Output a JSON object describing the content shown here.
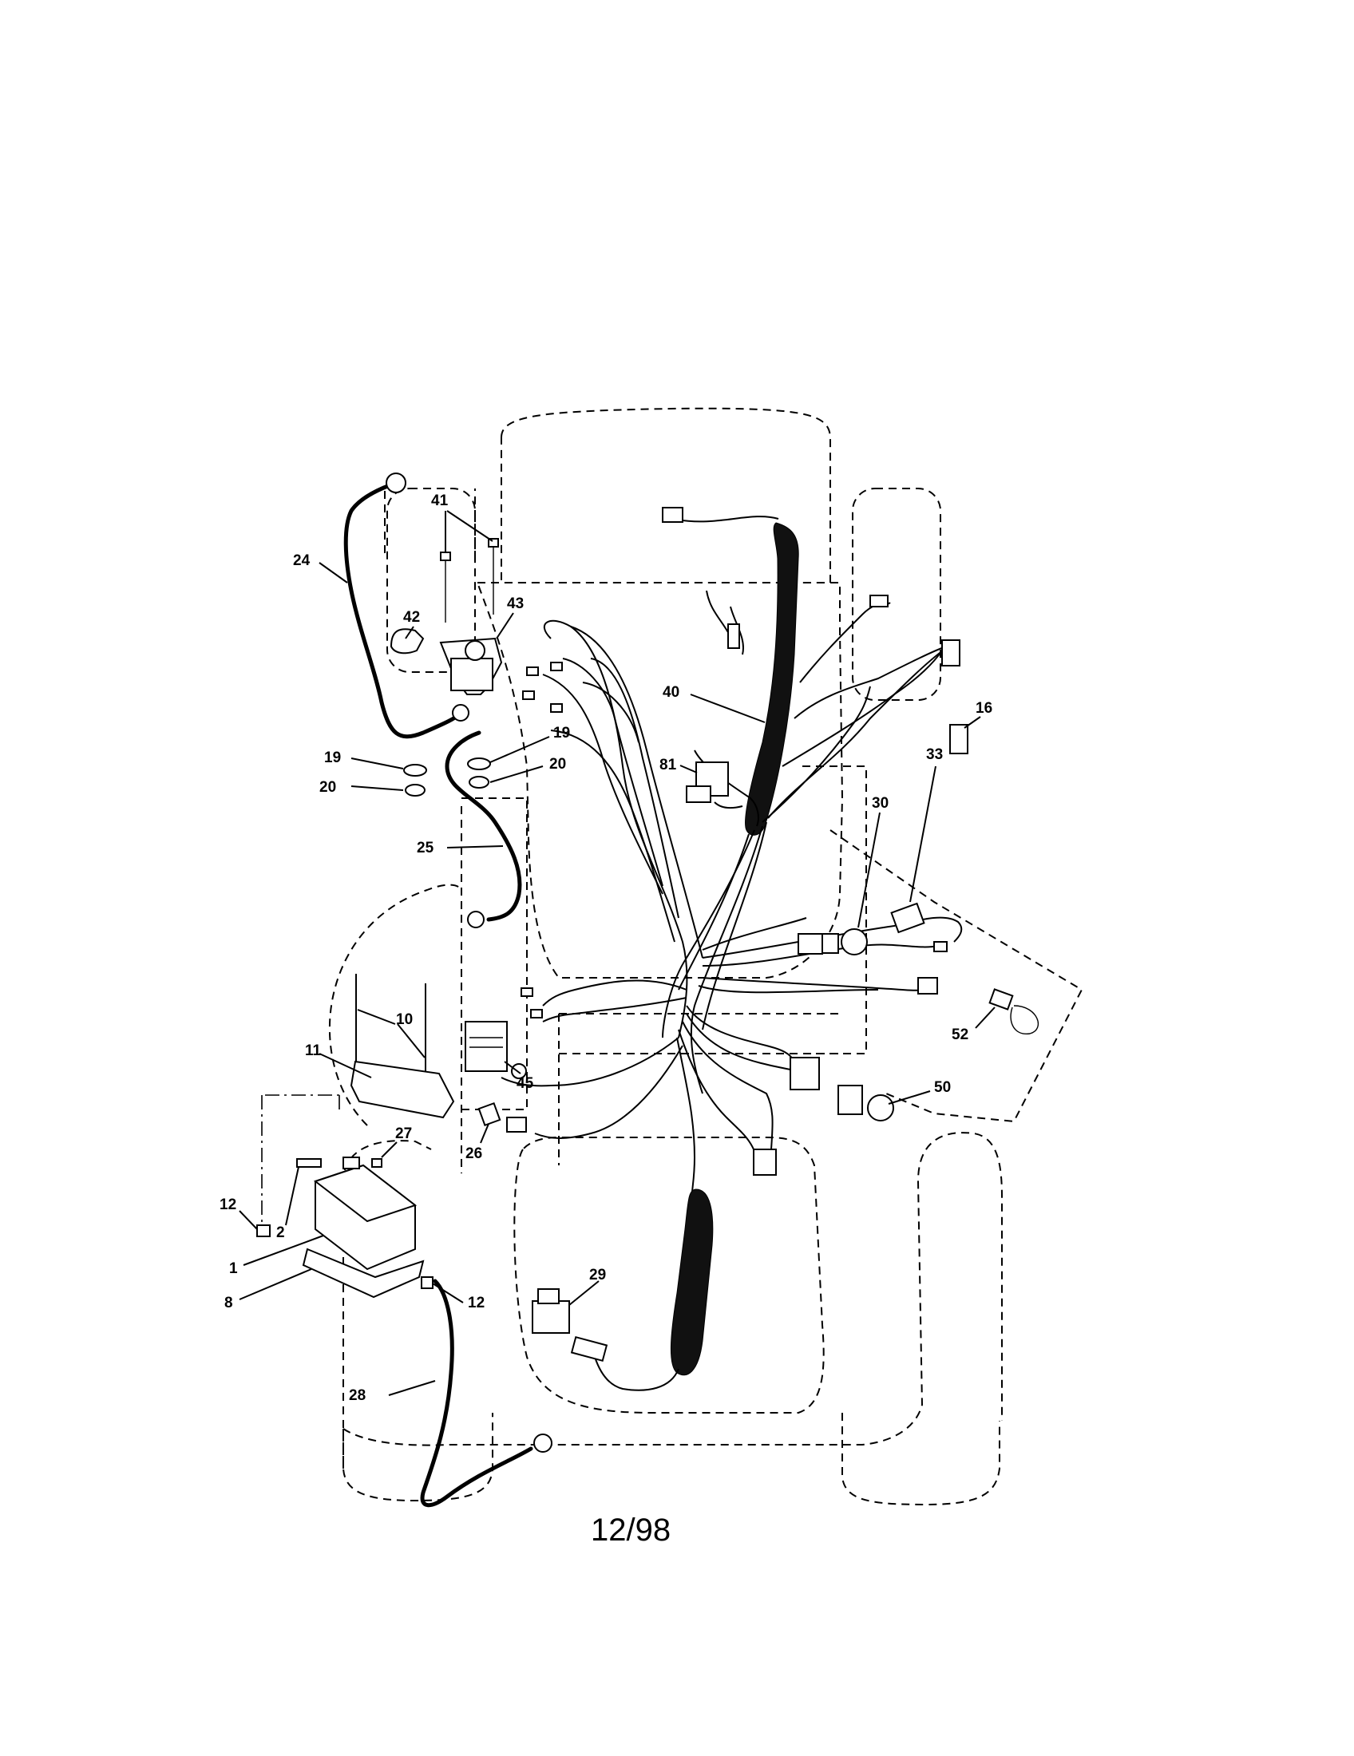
{
  "page": {
    "footer_date": "12/98"
  },
  "callouts": {
    "c1": "1",
    "c2": "2",
    "c8": "8",
    "c10": "10",
    "c11": "11",
    "c12a": "12",
    "c12b": "12",
    "c16": "16",
    "c19a": "19",
    "c19b": "19",
    "c20a": "20",
    "c20b": "20",
    "c24": "24",
    "c25": "25",
    "c26": "26",
    "c27": "27",
    "c28": "28",
    "c29": "29",
    "c30": "30",
    "c33": "33",
    "c40": "40",
    "c41": "41",
    "c42": "42",
    "c43": "43",
    "c45": "45",
    "c50": "50",
    "c52": "52",
    "c81": "81"
  },
  "icons": [
    "battery-icon",
    "solenoid-icon",
    "ignition-switch-icon",
    "relay-icon",
    "wire-harness-icon",
    "cable-eyelet-icon"
  ]
}
